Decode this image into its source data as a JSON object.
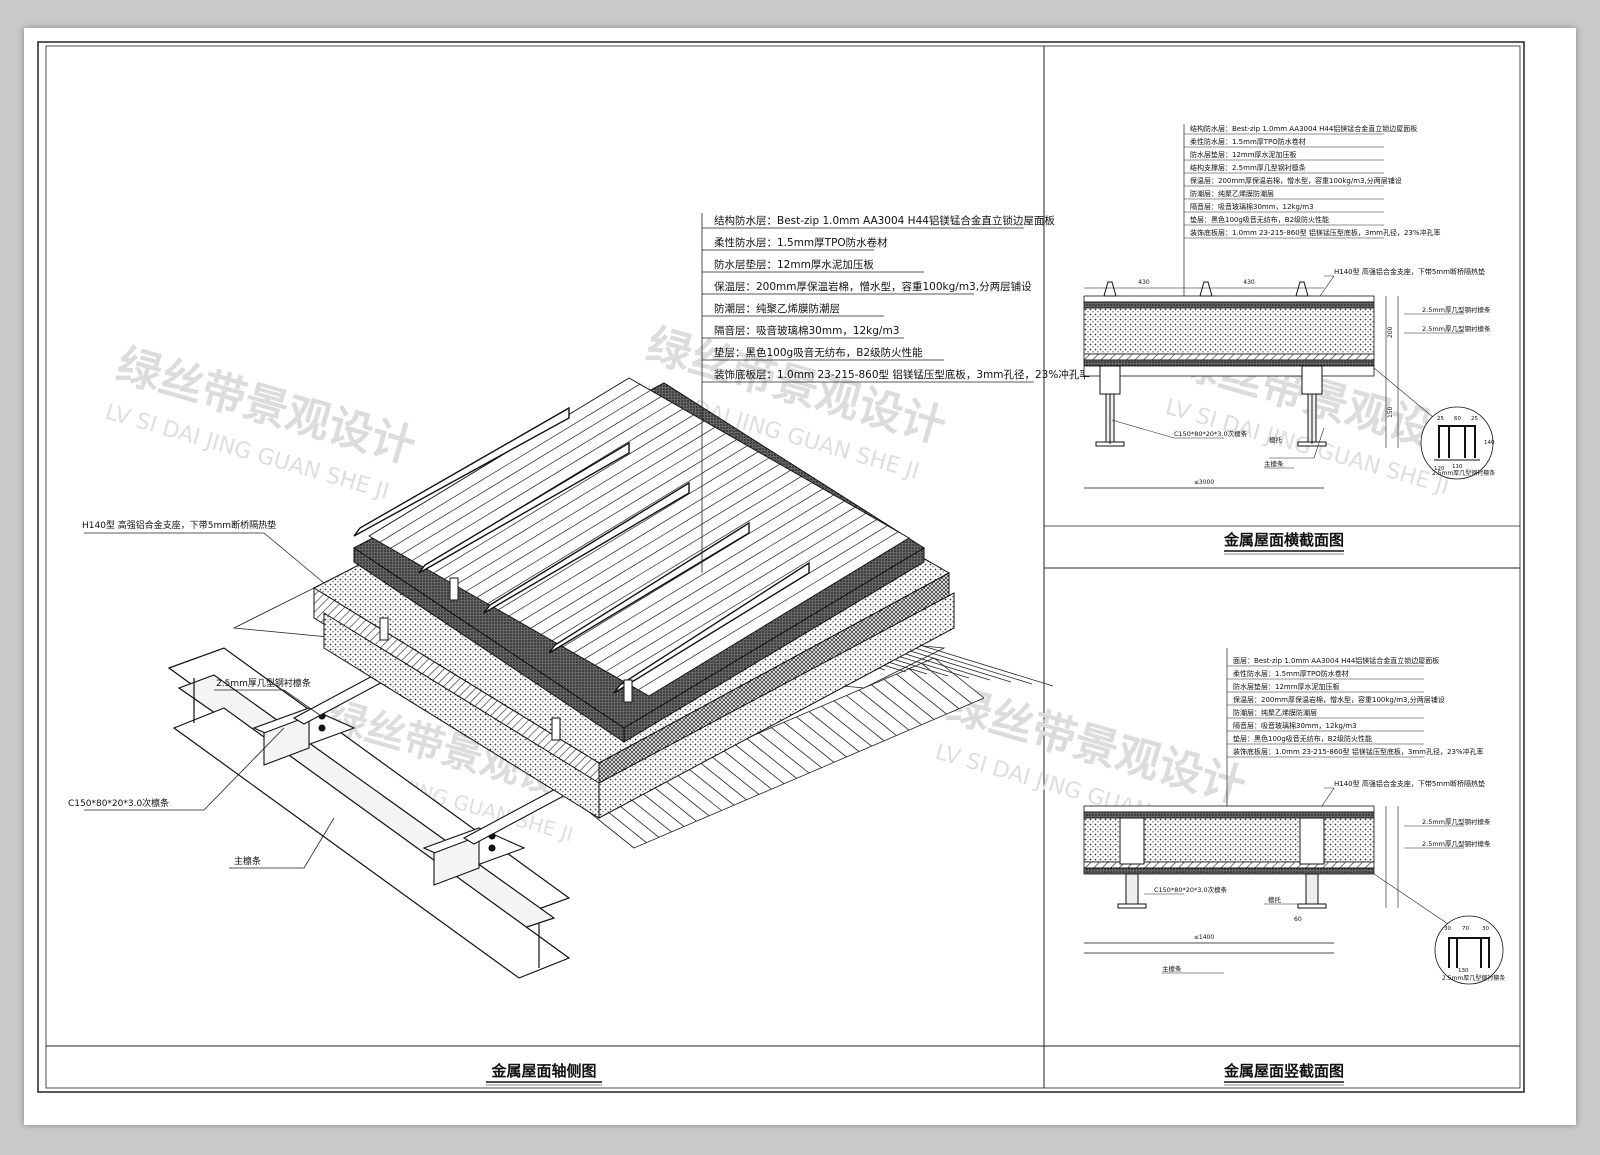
{
  "watermark": {
    "cn": "绿丝带景观设计",
    "en": "LV SI DAI JING GUAN SHE JI"
  },
  "views": {
    "axonometric": {
      "title": "金属屋面轴侧图"
    },
    "cross_section": {
      "title": "金属屋面横截面图"
    },
    "vertical_section": {
      "title": "金属屋面竖截面图"
    }
  },
  "axo_layers": [
    "结构防水层：Best-zip 1.0mm AA3004 H44铝镁锰合金直立锁边屋面板",
    "柔性防水层：1.5mm厚TPO防水卷材",
    "防水层垫层：12mm厚水泥加压板",
    "保温层：200mm厚保温岩棉，憎水型，容重100kg/m3,分两层铺设",
    "防潮层：纯聚乙烯膜防潮层",
    "隔音层：吸音玻璃棉30mm，12kg/m3",
    "垫层：黑色100g吸音无纺布，B2级防火性能",
    "装饰底板层：1.0mm 23-215-860型 铝镁锰压型底板，3mm孔径，23%冲孔率"
  ],
  "axo_callouts": {
    "support": "H140型 高强铝合金支座，下带5mm断桥隔热垫",
    "purlin_steel": "2.5mm厚几型钢衬檩条",
    "sub_purlin": "C150*80*20*3.0次檩条",
    "main_purlin": "主檩条"
  },
  "cross_layers": [
    "结构防水层：Best-zip 1.0mm AA3004 H44铝镁锰合金直立锁边屋面板",
    "柔性防水层：1.5mm厚TPO防水卷材",
    "防水层垫层：12mm厚水泥加压板",
    "结构支撑层：2.5mm厚几型钢衬檩条",
    "保温层：200mm厚保温岩棉，憎水型，容重100kg/m3,分两层铺设",
    "防潮层：纯聚乙烯膜防潮层",
    "隔音层：吸音玻璃棉30mm，12kg/m3",
    "垫层：黑色100g吸音无纺布，B2级防火性能",
    "装饰底板层：1.0mm 23-215-860型 铝镁锰压型底板，3mm孔径，23%冲孔率"
  ],
  "cross_callouts": {
    "support": "H140型 高强铝合金支座，下带5mm断桥隔热垫",
    "steel_a": "2.5mm厚几型钢衬檩条",
    "steel_b": "2.5mm厚几型钢衬檩条",
    "sub_purlin": "C150*80*20*3.0次檩条",
    "bracket": "檩托",
    "main_purlin": "主檩条",
    "dim_span": "≤3000",
    "dim_430a": "430",
    "dim_430b": "430",
    "detail_label": "2.5mm厚几型钢衬檩条",
    "d25a": "25",
    "d60": "60",
    "d25b": "25",
    "d140": "140",
    "d110": "110",
    "d120": "120",
    "d150": "150",
    "d200": "200"
  },
  "vert_layers": [
    "面层：Best-zip 1.0mm AA3004 H44铝镁锰合金直立锁边屋面板",
    "柔性防水层：1.5mm厚TPO防水卷材",
    "防水层垫层：12mm厚水泥加压板",
    "保温层：200mm厚保温岩棉，憎水型，容重100kg/m3,分两层铺设",
    "防潮层：纯聚乙烯膜防潮层",
    "隔音层：吸音玻璃棉30mm，12kg/m3",
    "垫层：黑色100g吸音无纺布，B2级防火性能",
    "装饰底板层：1.0mm 23-215-860型 铝镁锰压型底板，3mm孔径，23%冲孔率"
  ],
  "vert_callouts": {
    "support": "H140型 高强铝合金支座，下带5mm断桥隔热垫",
    "steel_a": "2.5mm厚几型钢衬檩条",
    "steel_b": "2.5mm厚几型钢衬檩条",
    "sub_purlin": "C150*80*20*3.0次檩条",
    "bracket": "檩托",
    "main_purlin": "主檩条",
    "dim_span": "≤1400",
    "dim_60": "60",
    "detail_label": "2.5mm厚几型钢衬檩条",
    "d30a": "30",
    "d70": "70",
    "d30b": "30",
    "d130": "130"
  }
}
